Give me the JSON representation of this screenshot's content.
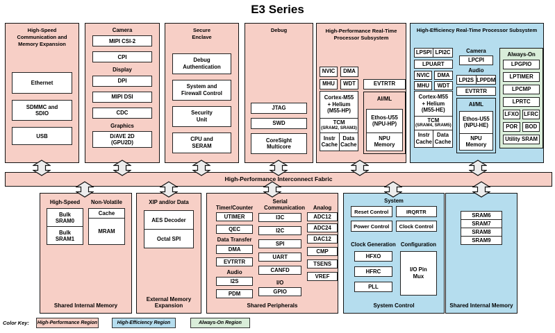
{
  "title": "E3 Series",
  "fabric_label": "High-Performance Interconnect Fabric",
  "colors": {
    "high_performance": "#f7cfc6",
    "high_efficiency": "#b5ddee",
    "always_on": "#d9edd9"
  },
  "color_key": {
    "label": "Color Key:",
    "items": [
      {
        "label": "High-Performance Region",
        "color": "#f7cfc6"
      },
      {
        "label": "High-Efficiency Region",
        "color": "#b5ddee"
      },
      {
        "label": "Always-On Region",
        "color": "#d9edd9"
      }
    ]
  },
  "hscme": {
    "title": "High-Speed Communication and Memory Expansion",
    "items": [
      "Ethernet",
      "SDMMC and SDIO",
      "USB"
    ]
  },
  "multimedia": {
    "sections": [
      {
        "label": "Camera",
        "items": [
          "MIPI CSI-2",
          "CPI"
        ]
      },
      {
        "label": "Display",
        "items": [
          "DPI",
          "MIPI DSI",
          "CDC"
        ]
      },
      {
        "label": "Graphics",
        "items": [
          "D/AVE 2D (GPU2D)"
        ]
      }
    ]
  },
  "secure": {
    "title": "Secure Enclave",
    "items": [
      "Debug Authentication",
      "System and Firewall Control",
      "Security Unit",
      "CPU and SERAM"
    ]
  },
  "debug": {
    "title": "Debug",
    "items": [
      "JTAG",
      "SWD",
      "CoreSight Multicore"
    ]
  },
  "hp": {
    "title": "High-Performance Real-Time Processor Subsystem",
    "ctrl": [
      "NVIC",
      "DMA",
      "MHU",
      "WDT"
    ],
    "evtrtr": "EVTRTR",
    "cpu": "Cortex-M55 + Helium (M55-HP)",
    "tcm": "TCM",
    "tcm_sub": "(SRAM2, SRAM3)",
    "caches": [
      "Instr Cache",
      "Data Cache"
    ],
    "aiml_label": "AI/ML",
    "npu": "Ethos-U55 (NPU-HP)",
    "npu_mem": "NPU Memory"
  },
  "he": {
    "title": "High-Efficiency Real-Time Processor Subsystem",
    "lp_pair": [
      "LPSPI",
      "LPI2C"
    ],
    "lpuart": "LPUART",
    "ctrl": [
      "NVIC",
      "DMA",
      "MHU",
      "WDT"
    ],
    "cpu": "Cortex-M55 + Helium (M55-HE)",
    "tcm": "TCM",
    "tcm_sub": "(SRAM4, SRAM5)",
    "caches": [
      "Instr Cache",
      "Data Cache"
    ],
    "camera_label": "Camera",
    "lpcpi": "LPCPI",
    "audio_label": "Audio",
    "audio_pair": [
      "LPI2S",
      "LPPDM"
    ],
    "evtrtr": "EVTRTR",
    "aiml_label": "AI/ML",
    "npu": "Ethos-U55 (NPU-HE)",
    "npu_mem": "NPU Memory",
    "always_on": {
      "title": "Always-On",
      "items": [
        "LPGPIO",
        "LPTIMER",
        "LPCMP",
        "LPRTC"
      ],
      "pairs": [
        [
          "LFXO",
          "LFRC"
        ],
        [
          "POR",
          "BOD"
        ]
      ],
      "utility": "Utility SRAM"
    }
  },
  "sim_left": {
    "hs_label": "High-Speed",
    "hs_cells": [
      "Bulk SRAM0",
      "Bulk SRAM1"
    ],
    "nv_label": "Non-Volatile",
    "nv_cells": [
      "Cache",
      "MRAM"
    ],
    "label": "Shared Internal Memory"
  },
  "eme": {
    "header": "XIP and/or Data",
    "cells": [
      "AES Decoder",
      "Octal SPI"
    ],
    "label": "External Memory Expansion"
  },
  "periph": {
    "col1": [
      {
        "h": "Timer/Counter",
        "items": [
          "UTIMER",
          "QEC"
        ]
      },
      {
        "h": "Data Transfer",
        "items": [
          "DMA",
          "EVTRTR"
        ]
      },
      {
        "h": "Audio",
        "items": [
          "I2S",
          "PDM"
        ]
      }
    ],
    "col2": [
      {
        "h": "Serial Communication",
        "items": [
          "I3C",
          "I2C",
          "SPI",
          "UART",
          "CANFD"
        ]
      },
      {
        "h": "I/O",
        "items": [
          "GPIO"
        ]
      }
    ],
    "col3": [
      {
        "h": "Analog",
        "items": [
          "ADC12",
          "ADC24",
          "DAC12",
          "CMP",
          "TSENS",
          "VREF"
        ]
      }
    ],
    "label": "Shared Peripherals"
  },
  "sysctl": {
    "system_label": "System",
    "sys_items": [
      "Reset Control",
      "IRQRTR",
      "Power Control",
      "Clock Control"
    ],
    "clkgen_label": "Clock Generation",
    "clkgen_items": [
      "HFXO",
      "HFRC",
      "PLL"
    ],
    "config_label": "Configuration",
    "config_item": "I/O Pin Mux",
    "label": "System Control"
  },
  "sim_right": {
    "cells": [
      "SRAM6",
      "SRAM7",
      "SRAM8",
      "SRAM9"
    ],
    "label": "Shared Internal Memory"
  }
}
